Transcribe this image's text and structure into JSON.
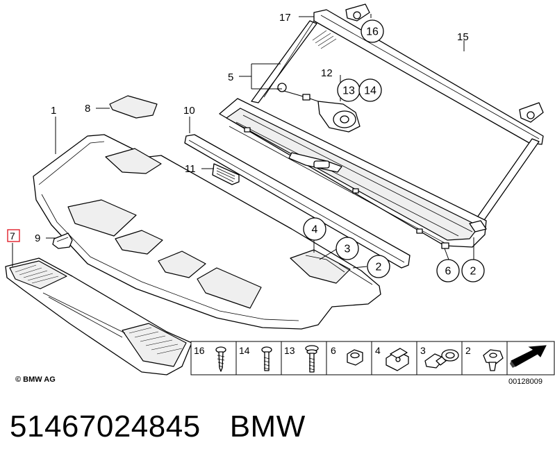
{
  "callouts": {
    "c1": "1",
    "c2a": "2",
    "c2b": "2",
    "c3": "3",
    "c4": "4",
    "c5": "5",
    "c6": "6",
    "c7": "7",
    "c8": "8",
    "c9": "9",
    "c10": "10",
    "c11": "11",
    "c12": "12",
    "c13": "13",
    "c14": "14",
    "c15": "15",
    "c16": "16",
    "c17": "17"
  },
  "highlight": {
    "color": "#e0202a",
    "callout": "7"
  },
  "legend": {
    "items": [
      {
        "num": "16",
        "icon": "screw-icon"
      },
      {
        "num": "14",
        "icon": "bolt-icon"
      },
      {
        "num": "13",
        "icon": "bolt-washer-icon"
      },
      {
        "num": "6",
        "icon": "nut-icon"
      },
      {
        "num": "4",
        "icon": "clip-nut-icon"
      },
      {
        "num": "3",
        "icon": "grommet-icon"
      },
      {
        "num": "2",
        "icon": "expanding-rivet-icon"
      },
      {
        "num": "",
        "icon": "arrow-icon"
      }
    ]
  },
  "copyright": "© BMW AG",
  "diagram_id": "00128009",
  "part_number": "51467024845",
  "brand": "BMW"
}
